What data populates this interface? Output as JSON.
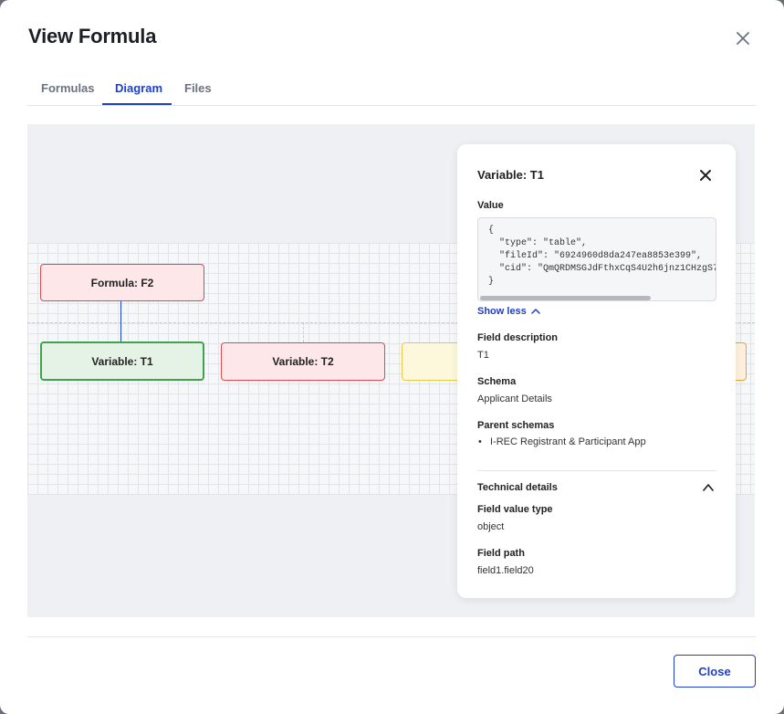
{
  "modal": {
    "title": "View Formula",
    "close_icon": "close-icon"
  },
  "tabs": [
    {
      "label": "Formulas",
      "active": false
    },
    {
      "label": "Diagram",
      "active": true
    },
    {
      "label": "Files",
      "active": false
    }
  ],
  "diagram": {
    "nodes": [
      {
        "label": "Formula: F2",
        "kind": "formula",
        "color": "#d94b52"
      },
      {
        "label": "Variable: T1",
        "kind": "variable",
        "color": "#3fa34d",
        "selected": true
      },
      {
        "label": "Variable: T2",
        "kind": "variable",
        "color": "#d94b52"
      },
      {
        "label": "",
        "kind": "variable",
        "color": "#e8c84a"
      },
      {
        "label": "",
        "kind": "variable",
        "color": "#e8a33a"
      }
    ]
  },
  "details": {
    "title": "Variable: T1",
    "value_label": "Value",
    "value_code": "{\n  \"type\": \"table\",\n  \"fileId\": \"6924960d8da247ea8853e399\",\n  \"cid\": \"QmQRDMSGJdFthxCqS4U2h6jnz1CHzgS7\n}",
    "show_less": "Show less",
    "field_description_label": "Field description",
    "field_description": "T1",
    "schema_label": "Schema",
    "schema": "Applicant Details",
    "parent_schemas_label": "Parent schemas",
    "parent_schemas": [
      "I-REC Registrant & Participant App"
    ],
    "technical_details_label": "Technical details",
    "field_value_type_label": "Field value type",
    "field_value_type": "object",
    "field_path_label": "Field path",
    "field_path": "field1.field20"
  },
  "footer": {
    "close_label": "Close"
  },
  "colors": {
    "accent": "#1e3fc6"
  }
}
